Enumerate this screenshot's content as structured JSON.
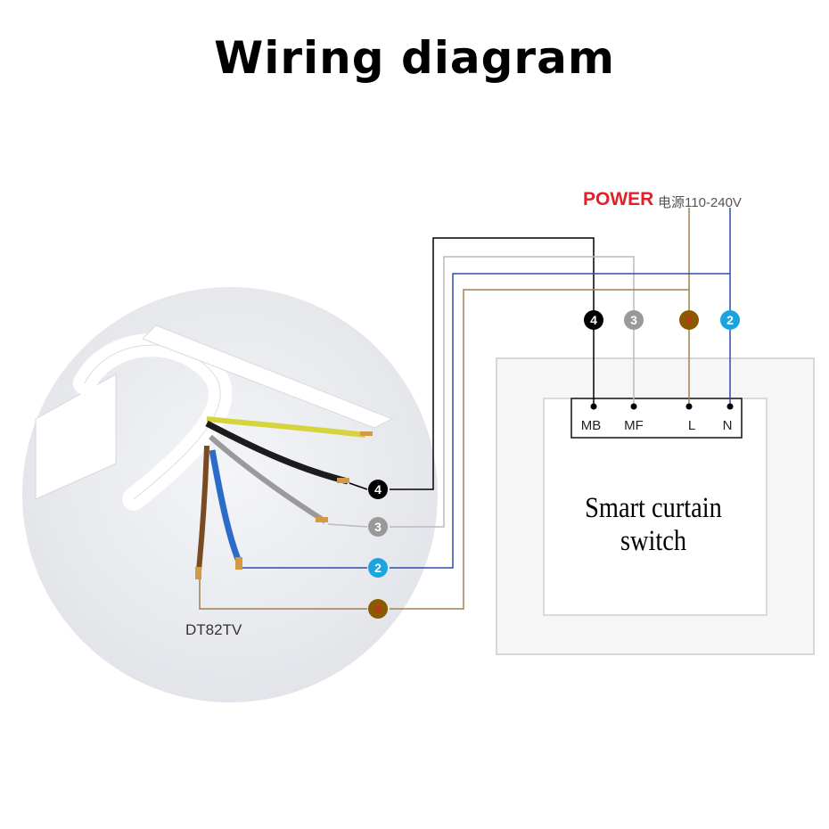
{
  "title": "Wiring diagram",
  "power": {
    "label": "POWER",
    "spec": "电源110-240V"
  },
  "device": {
    "name": "Smart curtain switch",
    "model": "DT82TV"
  },
  "terminals": [
    {
      "label": "MB",
      "wire_number": "4"
    },
    {
      "label": "MF",
      "wire_number": "3"
    },
    {
      "label": "L",
      "wire_number": "1"
    },
    {
      "label": "N",
      "wire_number": "2"
    }
  ],
  "wires": [
    {
      "number": "4",
      "color": "#000000",
      "text_color": "#ffffff"
    },
    {
      "number": "3",
      "color": "#999999",
      "text_color": "#ffffff"
    },
    {
      "number": "2",
      "color": "#1aa4e0",
      "text_color": "#ffffff"
    },
    {
      "number": "1",
      "color": "#8a5a00",
      "text_color": "#e3202a"
    }
  ],
  "colors": {
    "power_text": "#e3202a",
    "line_black": "#000000",
    "line_grey": "#bbbbbb",
    "line_blue": "#2a4ea8",
    "line_brown": "#a08050"
  }
}
